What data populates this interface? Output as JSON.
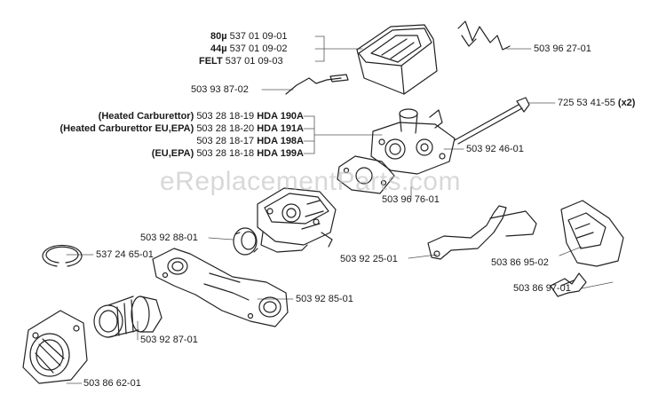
{
  "watermark": "eReplacementParts.com",
  "colors": {
    "line": "#222222",
    "leader": "#555555",
    "watermark": "#b9b9b9"
  },
  "parts": [
    {
      "id": "filter_80u",
      "qualifier": "80µ",
      "number": "537 01 09-01"
    },
    {
      "id": "filter_44u",
      "qualifier": "44µ",
      "number": "537 01 09-02"
    },
    {
      "id": "filter_felt",
      "qualifier": "FELT",
      "number": "537 01 09-03"
    },
    {
      "id": "wire_rod",
      "number": "503 93 87-02"
    },
    {
      "id": "carb_190a",
      "note": "(Heated Carburettor)",
      "number": "503 28 18-19",
      "model": "HDA 190A"
    },
    {
      "id": "carb_191a",
      "note": "(Heated Carburettor EU,EPA)",
      "number": "503 28 18-20",
      "model": "HDA 191A"
    },
    {
      "id": "carb_198a",
      "number": "503 28 18-17",
      "model": "HDA 198A"
    },
    {
      "id": "carb_199a",
      "note": "(EU,EPA)",
      "number": "503 28 18-18",
      "model": "HDA 199A"
    },
    {
      "id": "clip",
      "number": "503 96 27-01"
    },
    {
      "id": "screw",
      "number": "725 53 41-55",
      "qty": "(x2)"
    },
    {
      "id": "adapter",
      "number": "503 92 46-01"
    },
    {
      "id": "gasket",
      "number": "503 96 76-01"
    },
    {
      "id": "ring",
      "number": "503 92 88-01"
    },
    {
      "id": "snap_ring",
      "number": "537 24 65-01"
    },
    {
      "id": "lever",
      "number": "503 92 25-01"
    },
    {
      "id": "cover",
      "number": "503 86 95-02"
    },
    {
      "id": "spring",
      "number": "503 86 97-01"
    },
    {
      "id": "intake_manifold",
      "number": "503 92 85-01"
    },
    {
      "id": "intake_hose",
      "number": "503 92 87-01"
    },
    {
      "id": "flange",
      "number": "503 86 62-01"
    }
  ]
}
